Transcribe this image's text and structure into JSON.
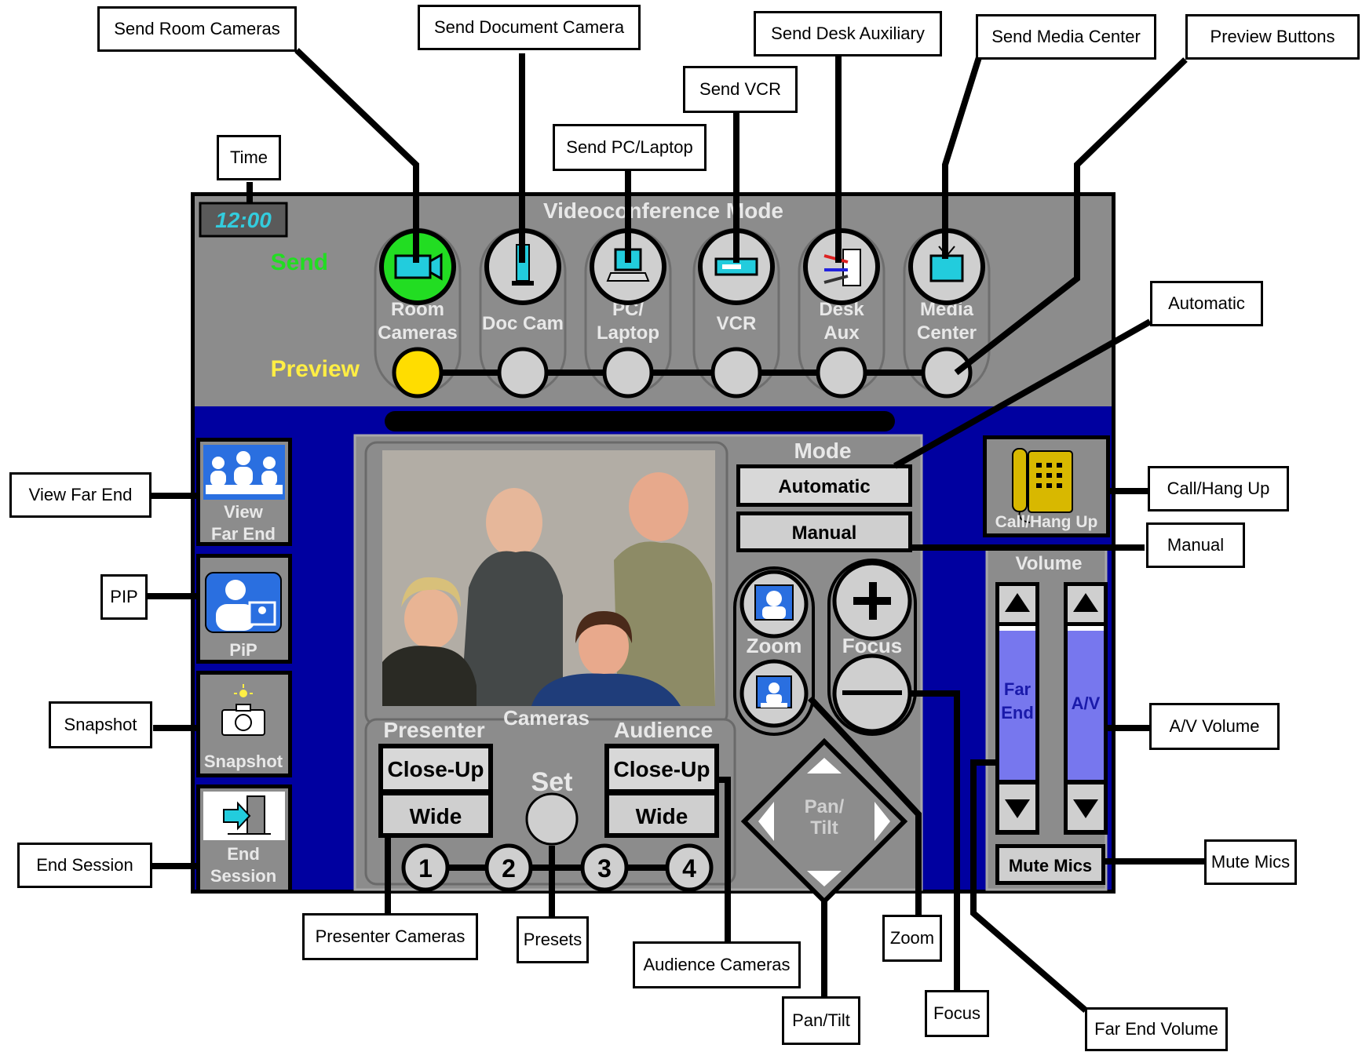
{
  "panel": {
    "mode_title": "Videoconference Mode",
    "time": "12:00",
    "send_label": "Send",
    "preview_label": "Preview",
    "sources": [
      {
        "line1": "Room",
        "line2": "Cameras",
        "icon": "video-camera-icon"
      },
      {
        "line1": "Doc Cam",
        "line2": "",
        "icon": "document-camera-icon"
      },
      {
        "line1": "PC/",
        "line2": "Laptop",
        "icon": "laptop-icon"
      },
      {
        "line1": "VCR",
        "line2": "",
        "icon": "vcr-icon"
      },
      {
        "line1": "Desk",
        "line2": "Aux",
        "icon": "auxiliary-cables-icon"
      },
      {
        "line1": "Media",
        "line2": "Center",
        "icon": "television-icon"
      }
    ],
    "left_buttons": {
      "view_far_end": {
        "line1": "View",
        "line2": "Far End"
      },
      "pip": {
        "line1": "PiP"
      },
      "snapshot": {
        "line1": "Snapshot"
      },
      "end_session": {
        "line1": "End",
        "line2": "Session"
      }
    },
    "mode": {
      "title": "Mode",
      "automatic": "Automatic",
      "manual": "Manual"
    },
    "zoom_label": "Zoom",
    "focus_label": "Focus",
    "cameras": {
      "title": "Cameras",
      "presenter": "Presenter",
      "audience": "Audience",
      "close_up": "Close-Up",
      "wide": "Wide",
      "set": "Set",
      "presets": [
        "1",
        "2",
        "3",
        "4"
      ]
    },
    "pan_tilt": {
      "line1": "Pan/",
      "line2": "Tilt"
    },
    "call_hang_up": "Call/Hang Up",
    "volume": {
      "title": "Volume",
      "far_end": {
        "line1": "Far",
        "line2": "End"
      },
      "av": "A/V"
    },
    "mute_mics": "Mute Mics"
  },
  "callouts": {
    "send_room_cameras": "Send Room Cameras",
    "send_document_camera": "Send Document Camera",
    "send_desk_auxiliary": "Send Desk Auxiliary",
    "send_media_center": "Send Media Center",
    "preview_buttons": "Preview Buttons",
    "send_vcr": "Send VCR",
    "send_pc_laptop": "Send PC/Laptop",
    "time": "Time",
    "automatic": "Automatic",
    "view_far_end": "View Far End",
    "call_hang_up": "Call/Hang Up",
    "manual": "Manual",
    "pip": "PIP",
    "snapshot": "Snapshot",
    "av_volume": "A/V Volume",
    "end_session": "End Session",
    "mute_mics": "Mute Mics",
    "presenter_cameras": "Presenter Cameras",
    "presets": "Presets",
    "zoom": "Zoom",
    "audience_cameras": "Audience Cameras",
    "focus": "Focus",
    "pan_tilt": "Pan/Tilt",
    "far_end_volume": "Far End Volume"
  },
  "colors": {
    "panel_gray": "#8c8c8c",
    "panel_blue": "#0000a0",
    "send_active": "#22dd22",
    "preview_active": "#ffdd00",
    "button_gray": "#cfcfcf",
    "time_cyan": "#33ccdd",
    "slider_blue": "#7777ee"
  }
}
